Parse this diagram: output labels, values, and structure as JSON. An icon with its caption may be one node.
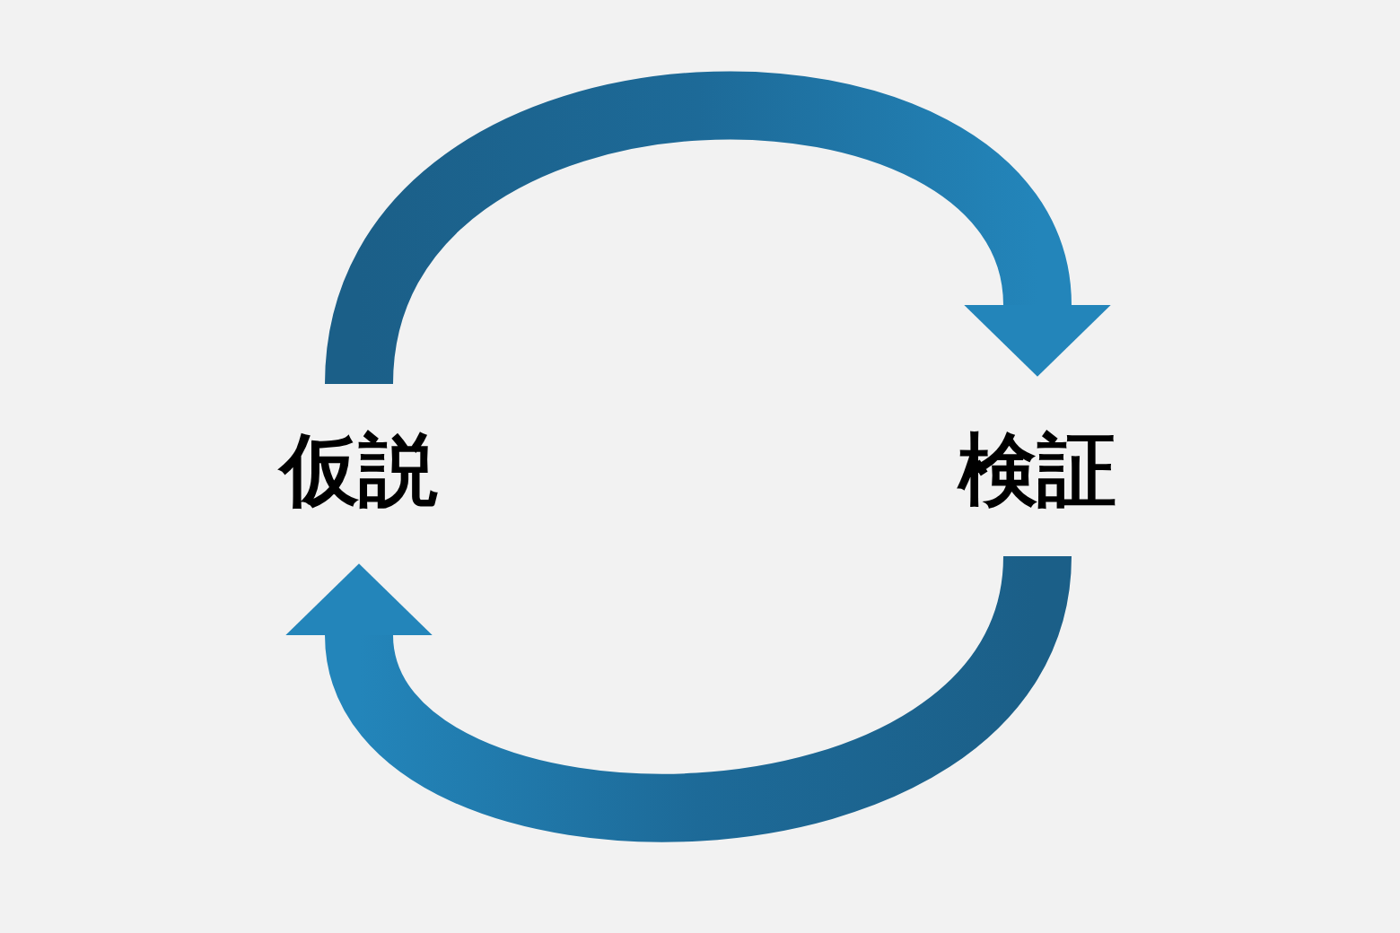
{
  "diagram": {
    "nodes": [
      {
        "text": [
          "仮説"
        ]
      },
      {
        "text": [
          "検証"
        ]
      }
    ],
    "edges": [
      {
        "from": 0,
        "to": 1,
        "arrow": "to"
      },
      {
        "from": 1,
        "to": 0,
        "arrow": "to"
      }
    ]
  }
}
